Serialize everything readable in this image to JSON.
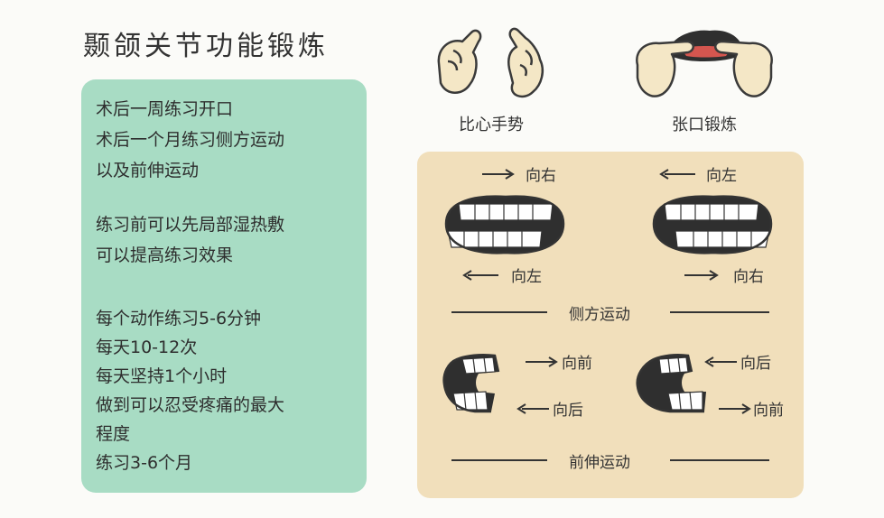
{
  "title": "颞颌关节功能锻炼",
  "instructions": [
    "术后一周练习开口",
    "术后一个月练习侧方运动",
    "以及前伸运动",
    "练习前可以先局部湿热敷",
    "可以提高练习效果",
    "每个动作练习5-6分钟",
    "每天10-12次",
    "每天坚持1个小时",
    "做到可以忍受疼痛的最大",
    "程度",
    "练习3-6个月"
  ],
  "top_labels": {
    "heart": "比心手势",
    "open": "张口锻炼"
  },
  "lateral": {
    "left_top": "向右",
    "left_bottom": "向左",
    "right_top": "向左",
    "right_bottom": "向右",
    "caption": "侧方运动"
  },
  "protrusion": {
    "left_top": "向前",
    "left_bottom": "向后",
    "right_top": "向后",
    "right_bottom": "向前",
    "caption": "前伸运动"
  },
  "colors": {
    "green_panel": "#a8dcc4",
    "tan_panel": "#f1dfbb",
    "hand": "#f4e7c6",
    "mouth": "#2f2f2f"
  },
  "icons": [
    "heart-hands-icon",
    "mouth-open-hands-icon",
    "lateral-mouth-icon",
    "protrusion-mouth-icon",
    "arrow-icon"
  ]
}
